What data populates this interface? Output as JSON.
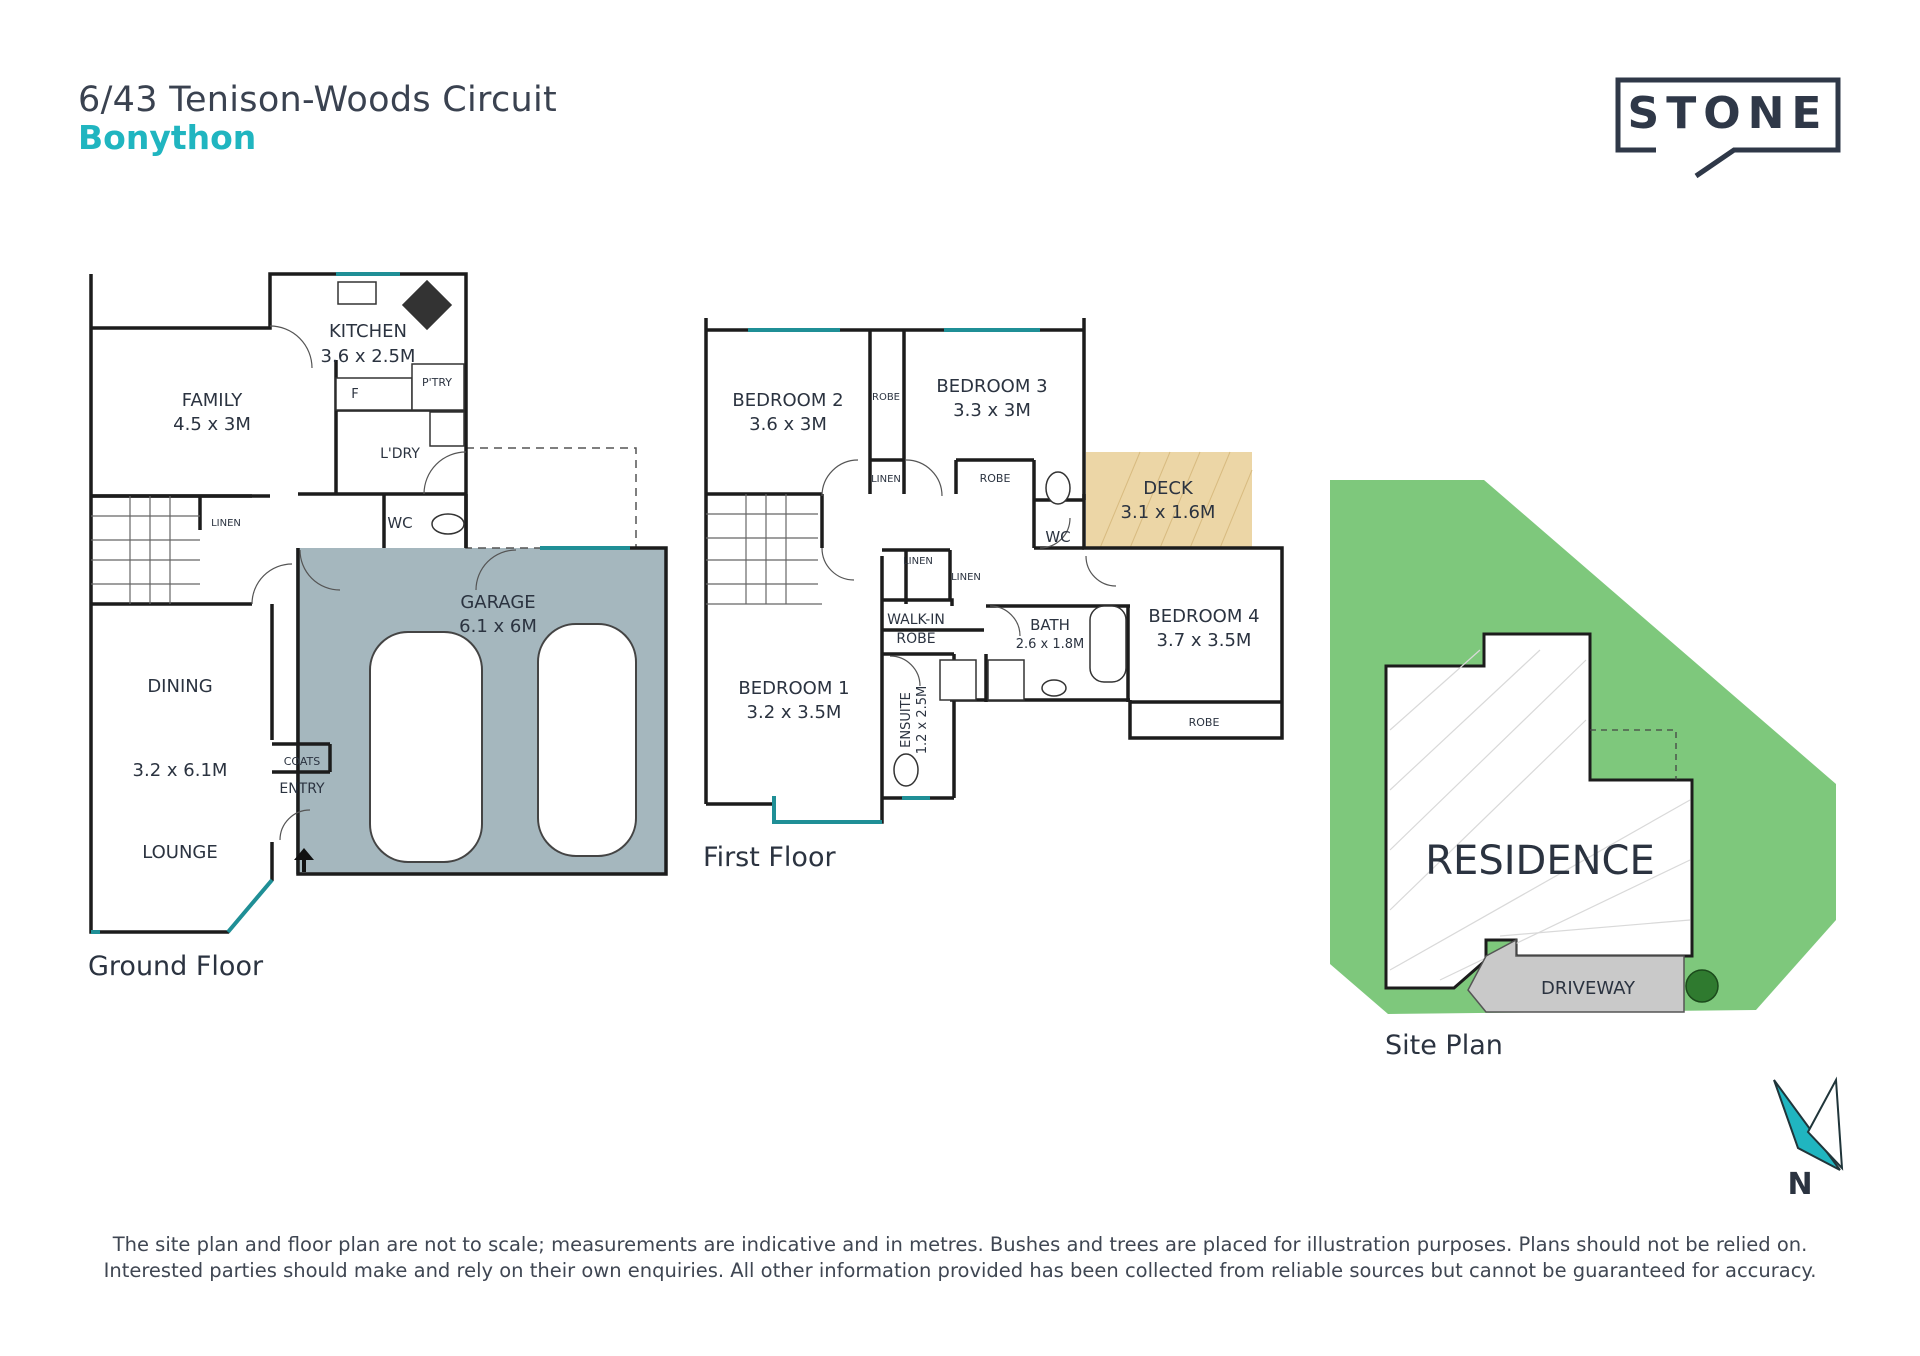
{
  "header": {
    "address_line": "6/43 Tenison-Woods Circuit",
    "suburb": "Bonython"
  },
  "logo": {
    "text": "STONE",
    "color": "#2f3848"
  },
  "colors": {
    "accent": "#20b5c0",
    "garage": "#a5b7be",
    "deck": "#ecd6a6",
    "site_green": "#7ec87c",
    "driveway": "#c9c9c9",
    "window": "#1f8f96",
    "wall": "#1c1c1c"
  },
  "ground_floor": {
    "label": "Ground Floor",
    "rooms": {
      "kitchen_name": "KITCHEN",
      "kitchen_size": "3.6 x 2.5M",
      "family_name": "FAMILY",
      "family_size": "4.5 x 3M",
      "pantry": "P'TRY",
      "fridge": "F",
      "laundry": "L'DRY",
      "linen": "LINEN",
      "wc": "WC",
      "garage_name": "GARAGE",
      "garage_size": "6.1 x 6M",
      "dining": "DINING",
      "dining_size": "3.2 x 6.1M",
      "lounge": "LOUNGE",
      "coats": "COATS",
      "entry": "ENTRY"
    }
  },
  "first_floor": {
    "label": "First Floor",
    "rooms": {
      "bed2_name": "BEDROOM 2",
      "bed2_size": "3.6 x 3M",
      "robe_a": "ROBE",
      "linen_a": "LINEN",
      "bed3_name": "BEDROOM 3",
      "bed3_size": "3.3 x 3M",
      "robe_b": "ROBE",
      "deck_name": "DECK",
      "deck_size": "3.1 x 1.6M",
      "wc": "WC",
      "linen_b": "LINEN",
      "linen_c": "LINEN",
      "walkin_line1": "WALK-IN",
      "walkin_line2": "ROBE",
      "bath_name": "BATH",
      "bath_size": "2.6 x 1.8M",
      "bed4_name": "BEDROOM 4",
      "bed4_size": "3.7 x 3.5M",
      "robe_c": "ROBE",
      "bed1_name": "BEDROOM 1",
      "bed1_size": "3.2 x 3.5M",
      "ensuite_name": "ENSUITE",
      "ensuite_size": "1.2 x 2.5M"
    }
  },
  "site_plan": {
    "label": "Site Plan",
    "residence": "RESIDENCE",
    "driveway": "DRIVEWAY"
  },
  "compass": {
    "label": "N"
  },
  "disclaimer": {
    "line1": "The site plan and floor plan are not to scale; measurements are indicative and in metres. Bushes and trees are placed for illustration purposes. Plans should not be relied on.",
    "line2": "Interested parties should make and rely on their own enquiries. All other information provided has been collected from reliable sources but cannot be guaranteed for accuracy."
  }
}
